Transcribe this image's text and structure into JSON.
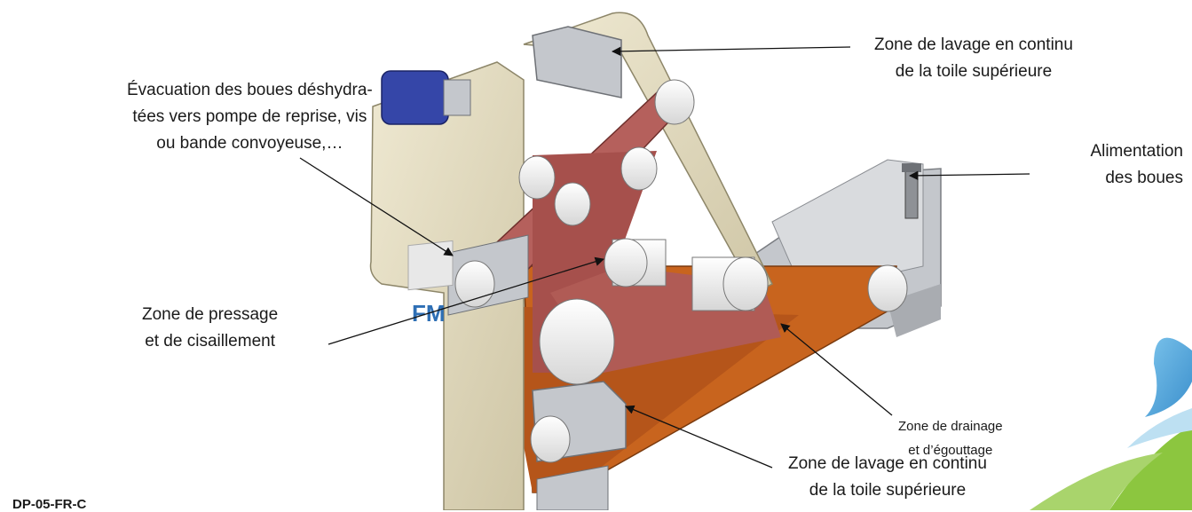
{
  "labels": {
    "evacuation": {
      "line1": "Évacuation des boues déshydra-",
      "line2": "tées vers pompe de reprise, vis",
      "line3": "ou bande convoyeuse,…"
    },
    "lavage_top": {
      "line1": "Zone de lavage en continu",
      "line2": "de la toile supérieure"
    },
    "alimentation": {
      "line1": "Alimentation",
      "line2": "des boues"
    },
    "pressage": {
      "line1": "Zone de pressage",
      "line2": "et de cisaillement"
    },
    "drainage": {
      "line1": "Zone de drainage",
      "line2": "et d’égouttage"
    },
    "lavage_bottom": {
      "line1": "Zone de lavage en continu",
      "line2": "de la toile supérieure"
    }
  },
  "doc_code": "DP-05-FR-C",
  "colors": {
    "frame": "#e3dcc2",
    "belt_red": "#b5605c",
    "belt_orange": "#c8641e",
    "metal": "#c4c7cc",
    "motor_blue": "#3546a8",
    "logo_blue": "#5aaee0",
    "logo_green": "#8cc63f"
  }
}
